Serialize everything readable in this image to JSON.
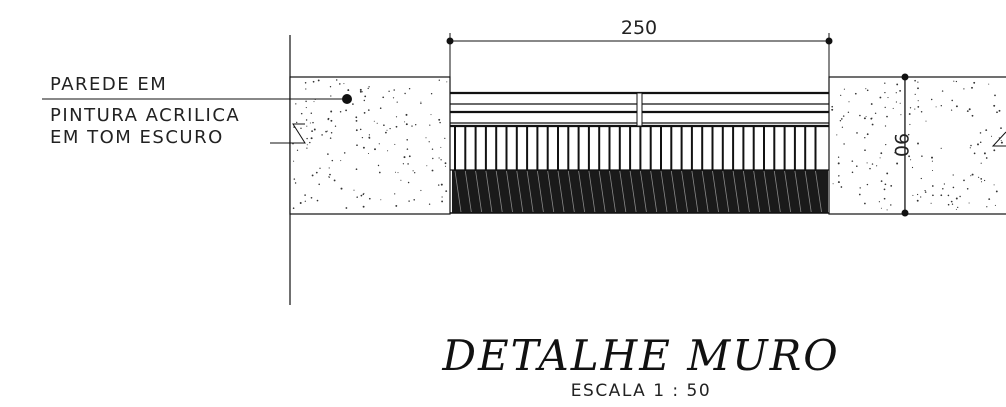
{
  "annotations": {
    "label_line1": "PAREDE EM",
    "label_line2": "PINTURA ACRILICA",
    "label_line3": "EM TOM ESCURO"
  },
  "dimensions": {
    "width_value": "250",
    "height_value": "90"
  },
  "title": {
    "main": "DETALHE MURO",
    "scale": "ESCALA 1 : 50"
  },
  "colors": {
    "line": "#111111",
    "fill_dark": "#1a1a1a",
    "background": "#ffffff"
  }
}
